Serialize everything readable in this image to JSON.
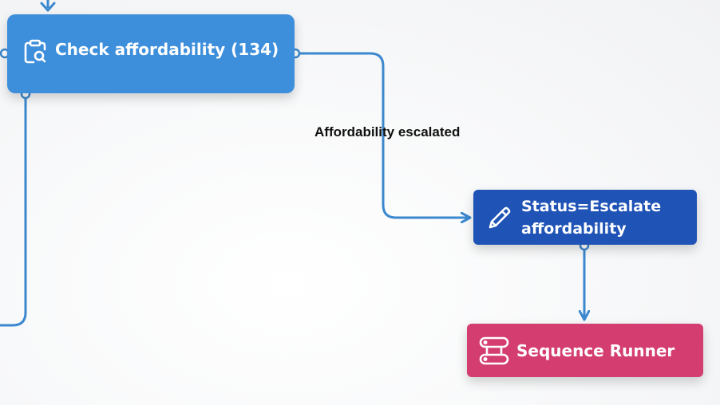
{
  "nodes": {
    "check": {
      "label": "Check affordability (134)",
      "icon": "clipboard-check-icon",
      "color": "#3d8edb"
    },
    "status": {
      "line1": "Status=Escalate",
      "line2": "affordability",
      "icon": "pencil-icon",
      "color": "#1f53b6"
    },
    "sequence": {
      "label": "Sequence Runner",
      "icon": "sequence-runner-icon",
      "color": "#d43d6f"
    }
  },
  "edges": {
    "escalated_label": "Affordability escalated",
    "color": "#3b88cf"
  }
}
